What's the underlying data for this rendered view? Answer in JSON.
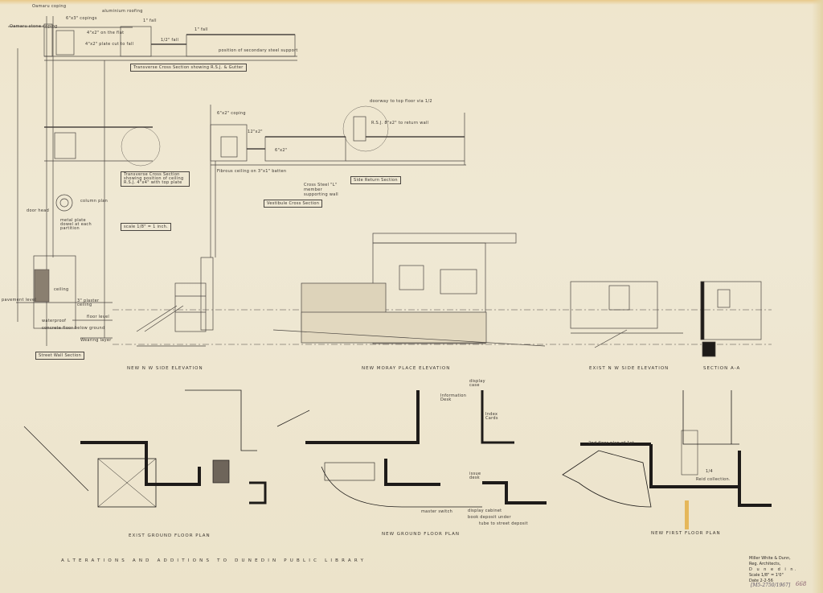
{
  "sheet": {
    "title": "ALTERATIONS AND ADDITIONS TO DUNEDIN PUBLIC LIBRARY",
    "title_block": {
      "firm": "Miller White & Dunn,",
      "role": "Reg. Architects,",
      "city": "D u n e d i n.",
      "scale": "Scale 1/8\" = 1'0\"",
      "date": "Date 2-2-56",
      "archive_ref": "[M5-2750/1967]",
      "sheet_number": "668"
    }
  },
  "sections": {
    "transverse_gutter": "Transverse Cross Section showing R.S.J. & Gutter",
    "transverse_ceiling": "Transverse Cross Section showing position of ceiling R.S.J. 4\"x4\" with top plate",
    "vestibule": "Vestibule Cross Section",
    "side_return": "Side Return Section",
    "street_wall": "Street Wall Section",
    "scale_note": "scale 1/8\" = 1 inch."
  },
  "annotations": {
    "coping_top": "Oamaru coping",
    "aluminium_roofing": "aluminium roofing",
    "coping_size": "6\"x3\" copings",
    "oamaru_stone": "Oamaru stone coping",
    "fall1": "1\" fall",
    "fall2": "1/2\" fall",
    "fall3": "1\" fall",
    "ceiling_joists": "4\"x2\" on the flat",
    "plate_cut": "4\"x2\" plate cut to fall",
    "secondary_steel": "position of secondary steel support",
    "coping2": "6\"x2\" coping",
    "size_a": "12\"x2\"",
    "size_b": "6\"x2\"",
    "doorway": "doorway to top floor via 1/2",
    "rsj_return": "R.S.J. 8\"x2\" to return wall",
    "fibrous_ceiling": "Fibrous ceiling on 3\"x1\" batten",
    "cross_steel": "Cross Steel \"L\" member supporting wall",
    "column_plan": "column plan",
    "door_head": "door head",
    "metal_plate": "metal plate dowel at each partition",
    "pavement": "pavement level",
    "ceiling_label": "ceiling",
    "plaster": "3\" plaster ceiling",
    "floor_level": "floor level",
    "waterproof": "waterproof",
    "concrete_floor": "concrete floor below ground",
    "wearing_layer": "Wearing layer"
  },
  "elevations": [
    {
      "label": "NEW  N W  SIDE  ELEVATION"
    },
    {
      "label": "NEW  MORAY  PLACE  ELEVATION"
    },
    {
      "label": "EXIST  N W  SIDE  ELEVATION"
    },
    {
      "label": "SECTION  A-A"
    }
  ],
  "plans": [
    {
      "label": "EXIST  GROUND  FLOOR  PLAN"
    },
    {
      "label": "NEW  GROUND  FLOOR  PLAN"
    },
    {
      "label": "NEW  FIRST  FLOOR  PLAN"
    }
  ],
  "plan_notes": {
    "information_desk": "Information Desk",
    "index_cards": "Index Cards",
    "display_case": "display case",
    "issue_desk": "issue desk",
    "master_switch": "master switch",
    "display_cabinet": "display cabinet",
    "book_deposit": "book deposit under",
    "book_deposit_2": "tube to street deposit",
    "reid_collection": "Reid collection.",
    "room_number": "1/4",
    "first_floor_note": "2nd floor plan of 1st"
  },
  "colors": {
    "paper": "#efe8d4",
    "ink": "#3a3530",
    "wall_fill": "#1e1b19",
    "tape": "#e5b75a"
  }
}
